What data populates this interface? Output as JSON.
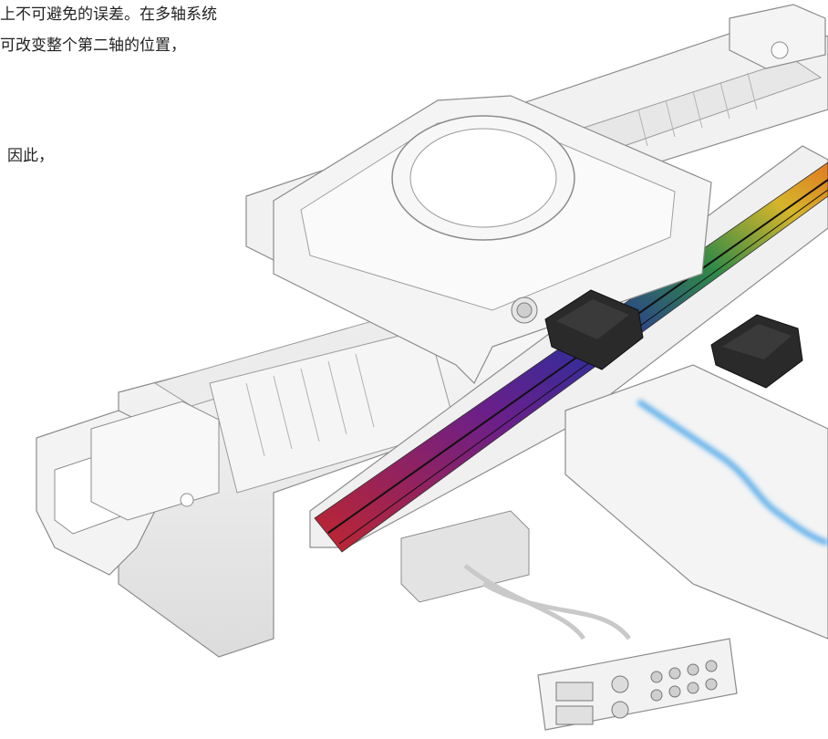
{
  "text": {
    "line1": "上不可避免的误差。在多轴系统",
    "line2": "可改变整个第二轴的位置，",
    "line3": "因此，"
  },
  "colors": {
    "background": "#ffffff",
    "text": "#222222",
    "machine_body": "#f2f2f2",
    "machine_outline": "#8c8c8c",
    "encoder_head": "#2a2a2a",
    "error_trace": "#3a9ee8"
  },
  "icons": [
    "linear-stage-illustration",
    "encoder-readhead-icon",
    "rotary-stage-icon",
    "connector-panel-icon"
  ]
}
